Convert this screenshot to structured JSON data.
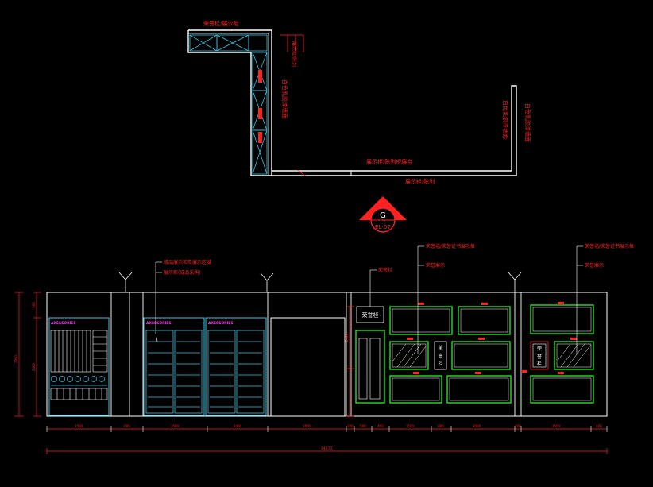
{
  "colors": {
    "background": "#000000",
    "line": "#ffffff",
    "cyan": "#33c6e8",
    "red": "#ff2020",
    "green": "#22e022",
    "magenta": "#ff33ff"
  },
  "section_marker": {
    "letter": "G",
    "ref": "EL-07"
  },
  "panel_label_text": "AXESSORIES",
  "board_label_text": "荣誉栏",
  "side_labels": {
    "a": "荣",
    "b": "誉",
    "c": "栏"
  },
  "plan_callouts": {
    "top": "荣誉栏/展示柜",
    "right_upper": "展示柜/陈列",
    "left_wall": "白色乳胶漆墙面",
    "right_wall_a": "白色乳胶漆墙面",
    "right_wall_b": "白色乳胶漆墙面",
    "bottom_center": "展示柜/陈列柜展台",
    "bottom_right": "展示柜/陈列"
  },
  "elevation_callouts": {
    "cabinet_line1": "成品展示柜及展示区域",
    "cabinet_line2": "展示柜(成品采购)",
    "board_left": "荣誉栏",
    "board_mid1": "荣誉墙/荣誉证书展示框",
    "board_mid2": "荣誉展示",
    "board_right1": "荣誉墙/荣誉证书展示框",
    "board_right2": "荣誉展示"
  },
  "dimensions": {
    "height_total": "2850",
    "height_upper": "300",
    "height_main": "2400",
    "height_right": "2400",
    "overall_width": "14070",
    "widths": [
      "1500",
      "600",
      "2500",
      "1000",
      "1600",
      "100",
      "500",
      "400",
      "1100",
      "800",
      "1000",
      "100",
      "1500",
      "400"
    ]
  }
}
